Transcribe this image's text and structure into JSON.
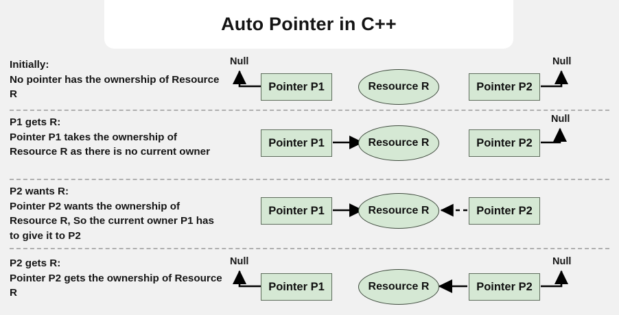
{
  "banner": {
    "title": "Auto Pointer in C++"
  },
  "colors": {
    "background": "#f1f1f1",
    "banner": "#ffffff",
    "node_fill": "#d5e8d4",
    "node_stroke": "#5d6b5b",
    "edge": "#000000",
    "separator": "#aeaeae",
    "text": "#141414"
  },
  "labels": {
    "pointer_p1": "Pointer P1",
    "pointer_p2": "Pointer P2",
    "resource_r": "Resource R",
    "null": "Null"
  },
  "rows": [
    {
      "heading": "Initially:",
      "body": "No pointer has the ownership of Resource R",
      "p1_label": "Pointer P1",
      "p2_label": "Pointer P2",
      "resource_label": "Resource R",
      "p1_null": "Null",
      "p2_null": "Null",
      "p1_state": "null",
      "p2_state": "null",
      "p1_to_r": "none",
      "p2_to_r": "none"
    },
    {
      "heading": "P1 gets R:",
      "body": "Pointer P1 takes the ownership of Resource R as there is no current owner",
      "p1_label": "Pointer P1",
      "p2_label": "Pointer P2",
      "resource_label": "Resource R",
      "p1_null": "",
      "p2_null": "Null",
      "p1_state": "owns",
      "p2_state": "null",
      "p1_to_r": "solid",
      "p2_to_r": "none"
    },
    {
      "heading": "P2 wants R:",
      "body": "Pointer P2 wants the ownership of Resource R, So the current owner P1 has to give it to P2",
      "p1_label": "Pointer P1",
      "p2_label": "Pointer P2",
      "resource_label": "Resource R",
      "p1_null": "",
      "p2_null": "",
      "p1_state": "owns",
      "p2_state": "requesting",
      "p1_to_r": "solid",
      "p2_to_r": "dashed"
    },
    {
      "heading": "P2 gets R:",
      "body": "Pointer P2 gets the ownership of Resource R",
      "p1_label": "Pointer P1",
      "p2_label": "Pointer P2",
      "resource_label": "Resource R",
      "p1_null": "Null",
      "p2_null": "Null",
      "p1_state": "null",
      "p2_state": "owns",
      "p1_to_r": "none",
      "p2_to_r": "solid"
    }
  ]
}
